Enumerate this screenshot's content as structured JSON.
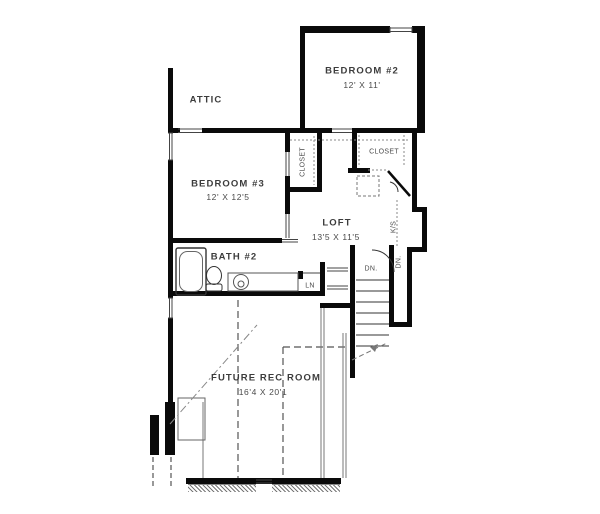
{
  "rooms": {
    "attic": {
      "label": "ATTIC"
    },
    "bedroom2": {
      "label": "BEDROOM #2",
      "dims": "12' X 11'"
    },
    "bedroom3": {
      "label": "BEDROOM #3",
      "dims": "12' X 12'5"
    },
    "loft": {
      "label": "LOFT",
      "dims": "13'5 X 11'5"
    },
    "bath2": {
      "label": "BATH #2"
    },
    "future_rec_room": {
      "label": "FUTURE REC ROOM",
      "dims": "16'4 X 20'1"
    }
  },
  "annotations": {
    "closet_bedroom3": "CLOSET",
    "closet_bedroom2": "CLOSET",
    "linen": "LN",
    "stairs_down": "DN.",
    "stairs_down_vertical": "DN.",
    "knee_space": "K/S"
  },
  "colors": {
    "wall": "#0a0a0a",
    "thin_line": "#555555",
    "dotted_line": "#888888",
    "text": "#3c3c3c",
    "background": "#ffffff"
  }
}
